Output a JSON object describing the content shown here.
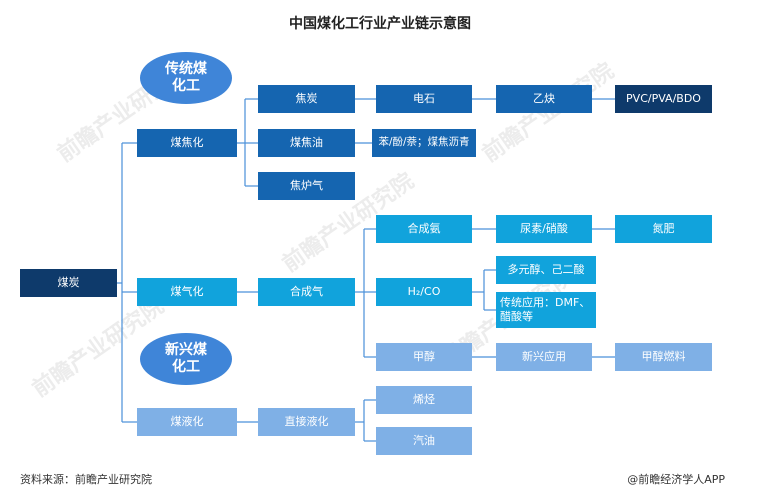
{
  "title": "中国煤化工行业产业链示意图",
  "watermarks": [
    "前瞻产业研究院",
    "前瞻产业研究院",
    "前瞻产业研究院",
    "前瞻产业研究院"
  ],
  "ellipses": {
    "traditional": "传统煤\n化工",
    "emerging": "新兴煤\n化工"
  },
  "nodes": {
    "root": "煤炭",
    "coking": "煤焦化",
    "gasification": "煤气化",
    "liquefaction": "煤液化",
    "coke": "焦炭",
    "coal_tar": "煤焦油",
    "coke_oven_gas": "焦炉气",
    "syngas": "合成气",
    "direct_liquefaction": "直接液化",
    "calcium_carbide": "电石",
    "bnn_pitch": "苯/酚/萘；煤焦沥青",
    "acetylene": "乙炔",
    "pvc_pva_bdo": "PVC/PVA/BDO",
    "synthetic_ammonia": "合成氨",
    "urea_nitric": "尿素/硝酸",
    "nitrogen_fertilizer": "氮肥",
    "h2co": "H₂/CO",
    "polyols": "多元醇、己二酸",
    "traditional_app": "传统应用：DMF、醋酸等",
    "methanol": "甲醇",
    "emerging_app": "新兴应用",
    "methanol_fuel": "甲醇燃料",
    "alkanes": "烯烃",
    "gasoline": "汽油"
  },
  "footer": {
    "source": "资料来源：前瞻产业研究院",
    "credit": "@前瞻经济学人APP"
  }
}
